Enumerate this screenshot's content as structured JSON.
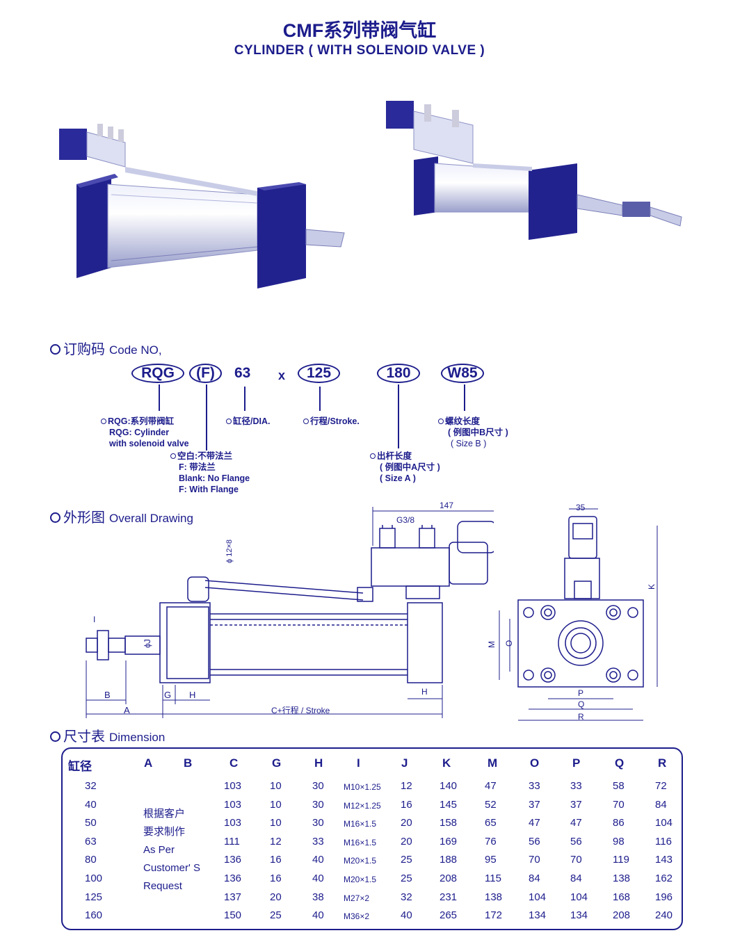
{
  "header": {
    "title_cn": "CMF系列带阀气缸",
    "title_en": "CYLINDER ( WITH SOLENOID VALVE )"
  },
  "code_section": {
    "title_cn": "订购码",
    "title_en": "Code NO,",
    "codes": {
      "series": "RQG",
      "flange": "(F)",
      "dia": "63",
      "x": "x",
      "stroke": "125",
      "rod": "180",
      "thread": "W85"
    },
    "notes": {
      "series_l1": "RQG:系列带阀缸",
      "series_l2": "RQG:  Cylinder",
      "series_l3": "with solenoid valve",
      "dia": "缸径/DIA.",
      "stroke": "行程/Stroke.",
      "thread_l1": "螺纹长度",
      "thread_l2": "( 例图中B尺寸 )",
      "thread_l3": "( Size B )",
      "flange_l1": "空白:不带法兰",
      "flange_l2": "F:  带法兰",
      "flange_l3": "Blank: No Flange",
      "flange_l4": "F: With Flange",
      "rod_l1": "出杆长度",
      "rod_l2": "( 例图中A尺寸 )",
      "rod_l3": "( Size A )"
    }
  },
  "drawing_section": {
    "title_cn": "外形图",
    "title_en": "Overall Drawing",
    "labels": {
      "dim147": "147",
      "g38": "G3/8",
      "phi12x8": "ϕ 12×8",
      "I": "I",
      "phiJ": "ϕJ",
      "B": "B",
      "A": "A",
      "G": "G",
      "H": "H",
      "H2": "H",
      "C": "C+行程 / Stroke",
      "dim35": "35",
      "K": "K",
      "M": "M",
      "O": "O",
      "P": "P",
      "Q": "Q",
      "R": "R"
    }
  },
  "dimension_section": {
    "title_cn": "尺寸表",
    "title_en": "Dimension",
    "headers": [
      "缸径",
      "A",
      "B",
      "C",
      "G",
      "H",
      "I",
      "J",
      "K",
      "M",
      "O",
      "P",
      "Q",
      "R"
    ],
    "request_text": [
      "根据客户",
      "要求制作",
      "As Per",
      "Customer' S",
      "Request"
    ],
    "rows": [
      [
        "32",
        "103",
        "10",
        "30",
        "M10×1.25",
        "12",
        "140",
        "47",
        "33",
        "33",
        "58",
        "72"
      ],
      [
        "40",
        "103",
        "10",
        "30",
        "M12×1.25",
        "16",
        "145",
        "52",
        "37",
        "37",
        "70",
        "84"
      ],
      [
        "50",
        "103",
        "10",
        "30",
        "M16×1.5",
        "20",
        "158",
        "65",
        "47",
        "47",
        "86",
        "104"
      ],
      [
        "63",
        "111",
        "12",
        "33",
        "M16×1.5",
        "20",
        "169",
        "76",
        "56",
        "56",
        "98",
        "116"
      ],
      [
        "80",
        "136",
        "16",
        "40",
        "M20×1.5",
        "25",
        "188",
        "95",
        "70",
        "70",
        "119",
        "143"
      ],
      [
        "100",
        "136",
        "16",
        "40",
        "M20×1.5",
        "25",
        "208",
        "115",
        "84",
        "84",
        "138",
        "162"
      ],
      [
        "125",
        "137",
        "20",
        "38",
        "M27×2",
        "32",
        "231",
        "138",
        "104",
        "104",
        "168",
        "196"
      ],
      [
        "160",
        "150",
        "25",
        "40",
        "M36×2",
        "40",
        "265",
        "172",
        "134",
        "134",
        "208",
        "240"
      ]
    ]
  },
  "colors": {
    "ink": "#1c1c8c",
    "block": "#2a2a9a",
    "metal": "#c8cce6"
  }
}
